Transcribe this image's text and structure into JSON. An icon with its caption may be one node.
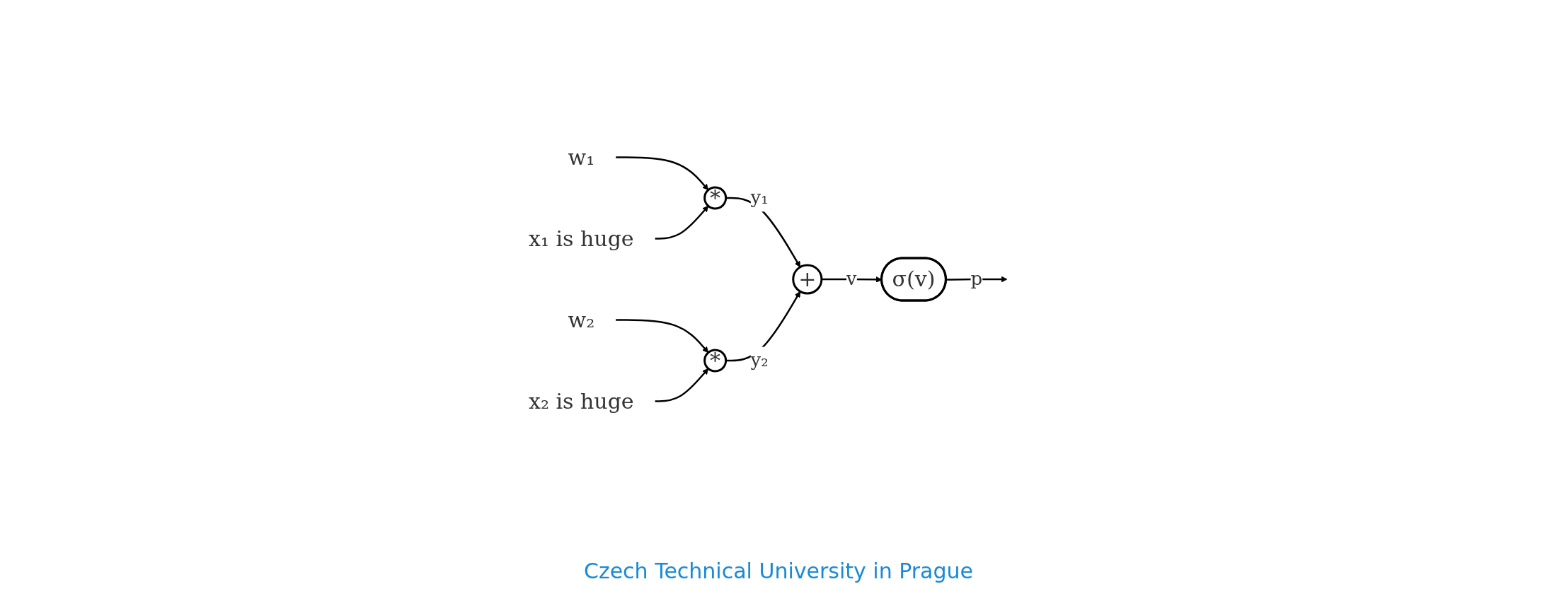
{
  "diagram": {
    "nodes": [
      {
        "text": [
          "w₁"
        ]
      },
      {
        "text": [
          "x₁ is huge"
        ]
      },
      {
        "text": [
          "w₂"
        ]
      },
      {
        "text": [
          "x₂ is huge"
        ]
      },
      {
        "text": [
          "*"
        ]
      },
      {
        "text": [
          "*"
        ]
      },
      {
        "text": [
          "+"
        ]
      },
      {
        "text": [
          "σ(v)"
        ]
      }
    ],
    "edges": [
      {
        "from": 0,
        "to": 4,
        "arrow": "to"
      },
      {
        "from": 1,
        "to": 4,
        "arrow": "to"
      },
      {
        "from": 2,
        "to": 5,
        "arrow": "to"
      },
      {
        "from": 3,
        "to": 5,
        "arrow": "to"
      },
      {
        "from": 4,
        "to": 6,
        "arrow": "to",
        "label": "y₁"
      },
      {
        "from": 5,
        "to": 6,
        "arrow": "to",
        "label": "y₂"
      },
      {
        "from": 6,
        "to": 7,
        "arrow": "to",
        "label": "v"
      },
      {
        "from": 7,
        "to": null,
        "arrow": "to",
        "label": "p"
      }
    ],
    "labels": [
      "Czech Technical University in Prague"
    ]
  }
}
